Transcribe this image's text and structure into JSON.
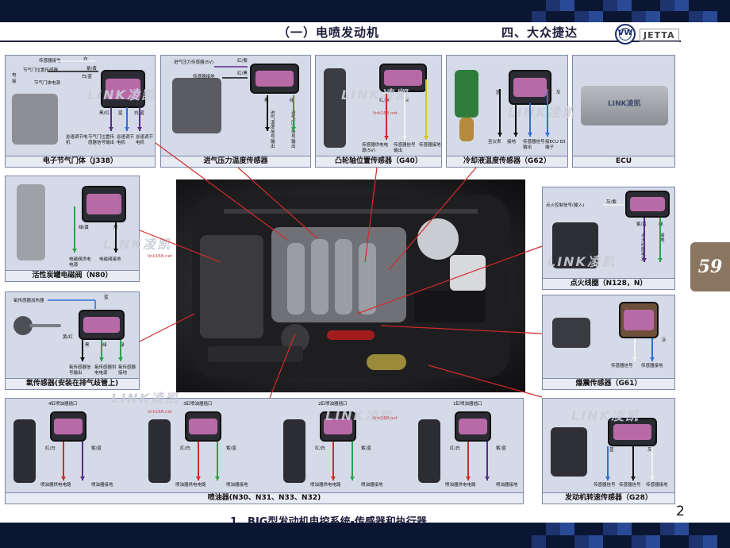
{
  "header": {
    "left_title": "（一）电喷发动机",
    "right_title": "四、大众捷达",
    "logo_text": "VW",
    "brand": "JETTA"
  },
  "footer": {
    "subtitle": "1、BJG型发动机电控系统-传感器和执行器",
    "page_number": "2",
    "side_badge": "59"
  },
  "watermarks": {
    "brand": "LINK凌凯",
    "site": "link168.net"
  },
  "panels": {
    "throttle": {
      "caption": "电子节气门体（J338）",
      "labels": [
        "传感器接地",
        "节气门位置传感器",
        "节气门体电源",
        "电",
        "接",
        "白",
        "紫/黄",
        "白/蓝",
        "黑/红",
        "蓝",
        "白/蓝"
      ],
      "bottom_labels": [
        "怠速调节电机",
        "节气门位置传感器信号输出",
        "怠速调节电机",
        "怠速调节电机"
      ]
    },
    "map": {
      "caption": "进气压力温度传感器",
      "labels": [
        "进气压力传感器(5V)",
        "传感器接地",
        "红/紫",
        "红/黑",
        "黑",
        "绿"
      ],
      "bottom_labels": [
        "进气温度信号输出",
        "进气压力信号输出"
      ]
    },
    "cam": {
      "caption": "凸轮轴位置传感器（G40）",
      "labels": [
        "红/黑",
        "灰"
      ],
      "bottom_labels": [
        "传感器供电电源(5V)",
        "传感器信号输出",
        "传感器接地"
      ]
    },
    "coolant": {
      "caption": "冷却液温度传感器（G62）",
      "labels": [
        "蓝",
        "灰"
      ],
      "bottom_labels": [
        "至仪表",
        "接地",
        "传感器信号输出",
        "接ECU 83端子"
      ]
    },
    "ecu": {
      "caption": "ECU",
      "labels": [
        "LINK凌凯"
      ]
    },
    "evap": {
      "caption": "活性炭罐电磁阀（N80）",
      "labels": [
        "绿/黄",
        "黑"
      ],
      "bottom_labels": [
        "电磁阀供电电源",
        "电磁阀接地"
      ]
    },
    "ignition": {
      "caption": "点火线圈（N128，N）",
      "labels": [
        "点火控制信号(输入)",
        "灰/紫",
        "紫/黄",
        "绿"
      ],
      "bottom_labels": [
        "点火线圈电源",
        "接地"
      ]
    },
    "oxygen": {
      "caption": "氧传感器(安装在排气歧管上)",
      "labels": [
        "氧传感器加热器",
        "蓝",
        "黄/红",
        "黑",
        "绿",
        "绿"
      ],
      "bottom_labels": [
        "氧传感器信号输出",
        "氧传感器供电电源",
        "氧传感器接地"
      ]
    },
    "knock": {
      "caption": "爆震传感器（G61）",
      "labels": [
        "灰"
      ],
      "bottom_labels": [
        "传感器信号",
        "传感器接地"
      ]
    },
    "injectors": {
      "caption": "喷油器(N30、N31、N33、N32)",
      "headers": [
        "4缸喷油器插口",
        "3缸喷油器插口",
        "2缸喷油器插口",
        "1缸喷油器插口"
      ],
      "wire_labels": [
        "红/白",
        "紫/蓝"
      ],
      "bottom_labels": [
        "喷油器供电电路",
        "喷油器接地"
      ]
    },
    "crank": {
      "caption": "发动机转速传感器（G28）",
      "labels": [
        "蓝",
        "灰"
      ],
      "bottom_labels": [
        "传感器信号",
        "传感器信号",
        "传感器接地"
      ]
    }
  },
  "colors": {
    "band": "#0b1633",
    "panel": "#d5dae8",
    "wire_red": "#d22a2a",
    "wire_blue": "#2d70d8",
    "wire_green": "#2aa34a",
    "wire_yellow": "#d9c21f",
    "wire_purple": "#5b2a8c",
    "wire_white": "#f2f2f2",
    "wire_black": "#111111"
  }
}
